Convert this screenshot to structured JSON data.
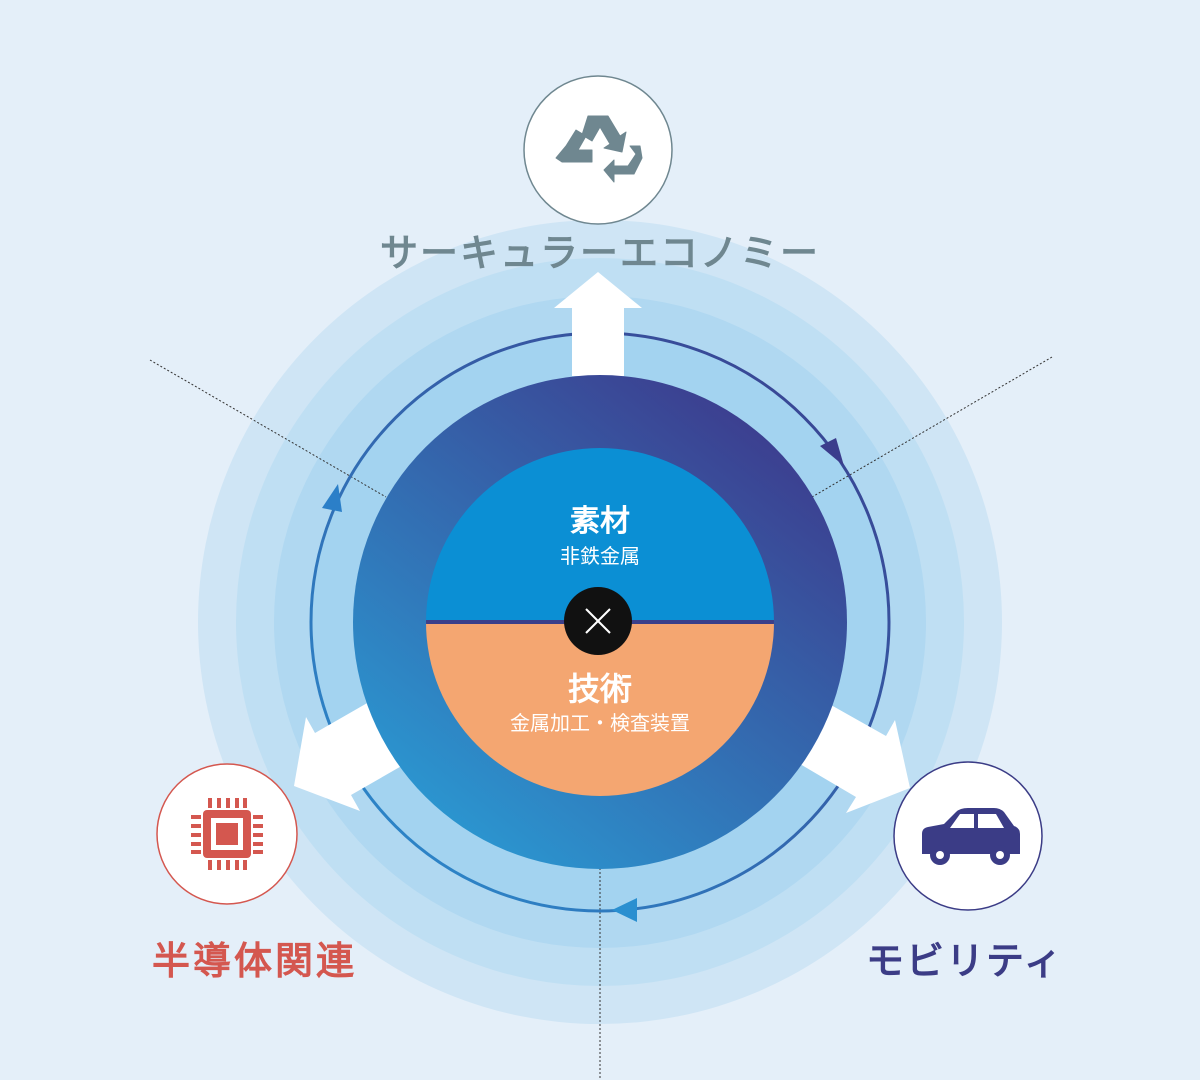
{
  "center": {
    "top_title": "素材",
    "top_subtitle": "非鉄金属",
    "bottom_title": "技術",
    "bottom_subtitle": "金属加工・検査装置",
    "cross_symbol": "×"
  },
  "nodes": {
    "circular_economy": {
      "label": "サーキュラーエコノミー",
      "icon": "recycle-icon",
      "color": "#6f8790"
    },
    "semiconductor": {
      "label": "半導体関連",
      "icon": "chip-icon",
      "color": "#d4574f"
    },
    "mobility": {
      "label": "モビリティ",
      "icon": "car-icon",
      "color": "#3b3c86"
    }
  },
  "colors": {
    "background": "#e4eff9",
    "material_fill": "#0b8fd4",
    "technology_fill": "#f4a671",
    "ring_gradient_start": "#2a9ad3",
    "ring_gradient_end": "#3d3a8c"
  }
}
